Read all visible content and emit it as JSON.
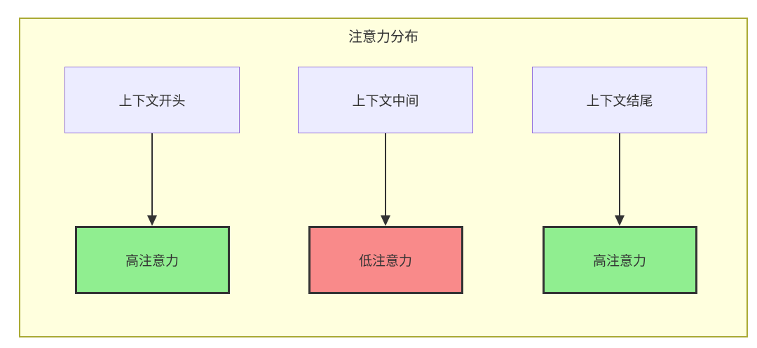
{
  "diagram": {
    "title": "注意力分布",
    "columns": [
      {
        "source": "上下文开头",
        "target": "高注意力",
        "level": "high"
      },
      {
        "source": "上下文中间",
        "target": "低注意力",
        "level": "low"
      },
      {
        "source": "上下文结尾",
        "target": "高注意力",
        "level": "high"
      }
    ],
    "colors": {
      "container_fill": "#ffffde",
      "container_border": "#aaaa33",
      "source_fill": "#ECECFF",
      "source_border": "#9370DB",
      "target_high_fill": "#90EE90",
      "target_low_fill": "#F98A8A",
      "target_border": "#333333",
      "arrow": "#333333",
      "text": "#333333"
    }
  }
}
